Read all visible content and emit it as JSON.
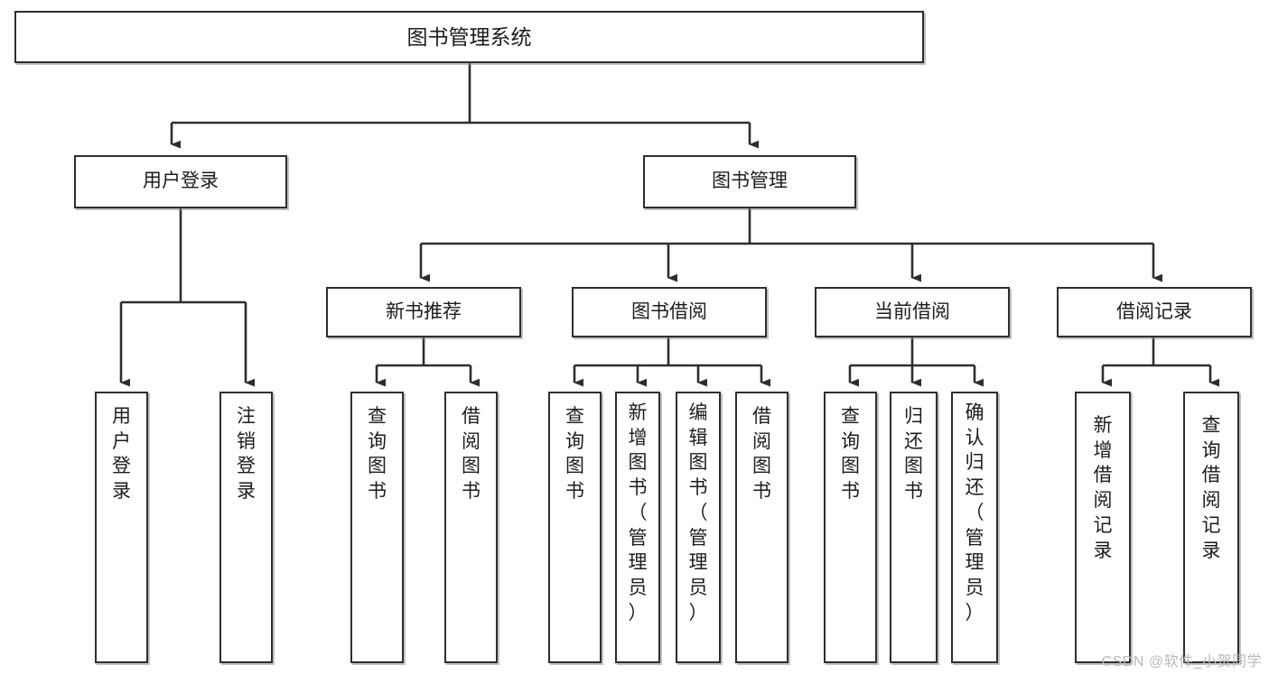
{
  "diagram": {
    "title": "图书管理系统",
    "type": "tree-hierarchy",
    "orientation": "top-down",
    "watermark": "CSDN @软件_小贺同学",
    "colors": {
      "box_border": "#2e2e2e",
      "box_fill": "#ffffff",
      "connector": "#2e2e2e",
      "text": "#1c1c1c",
      "watermark": "#b9b9b9",
      "background": "#ffffff"
    }
  },
  "root": {
    "id": "root",
    "label": "图书管理系统"
  },
  "level1": [
    {
      "id": "user-login",
      "label": "用户登录"
    },
    {
      "id": "book-manage",
      "label": "图书管理"
    }
  ],
  "level2": [
    {
      "id": "new-book-recommend",
      "label": "新书推荐",
      "parent": "book-manage"
    },
    {
      "id": "book-borrow",
      "label": "图书借阅",
      "parent": "book-manage"
    },
    {
      "id": "current-borrow",
      "label": "当前借阅",
      "parent": "book-manage"
    },
    {
      "id": "borrow-record",
      "label": "借阅记录",
      "parent": "book-manage"
    }
  ],
  "leaves": {
    "user_login": [
      {
        "id": "leaf-user-login",
        "label": "用户登录",
        "vertical": "用\n户\n登\n录"
      },
      {
        "id": "leaf-user-logout",
        "label": "注销登录",
        "vertical": "注\n销\n登\n录"
      }
    ],
    "new_book_recommend": [
      {
        "id": "leaf-query-book-1",
        "label": "查询图书",
        "vertical": "查\n询\n图\n书"
      },
      {
        "id": "leaf-borrow-book-1",
        "label": "借阅图书",
        "vertical": "借\n阅\n图\n书"
      }
    ],
    "book_borrow": [
      {
        "id": "leaf-query-book-2",
        "label": "查询图书",
        "vertical": "查\n询\n图\n书"
      },
      {
        "id": "leaf-add-book",
        "label": "新增图书（管理员）",
        "vertical": "新\n增\n图\n书\n（\n管\n理\n员\n）"
      },
      {
        "id": "leaf-edit-book",
        "label": "编辑图书（管理员）",
        "vertical": "编\n辑\n图\n书\n（\n管\n理\n员\n）"
      },
      {
        "id": "leaf-borrow-book-2",
        "label": "借阅图书",
        "vertical": "借\n阅\n图\n书"
      }
    ],
    "current_borrow": [
      {
        "id": "leaf-query-book-3",
        "label": "查询图书",
        "vertical": "查\n询\n图\n书"
      },
      {
        "id": "leaf-return-book",
        "label": "归还图书",
        "vertical": "归\n还\n图\n书"
      },
      {
        "id": "leaf-confirm-return",
        "label": "确认归还（管理员）",
        "vertical": "确\n认\n归\n还\n（\n管\n理\n员\n）"
      }
    ],
    "borrow_record": [
      {
        "id": "leaf-add-record",
        "label": "新增借阅记录",
        "vertical": "新\n增\n借\n阅\n记\n录"
      },
      {
        "id": "leaf-query-record",
        "label": "查询借阅记录",
        "vertical": "查\n询\n借\n阅\n记\n录"
      }
    ]
  }
}
